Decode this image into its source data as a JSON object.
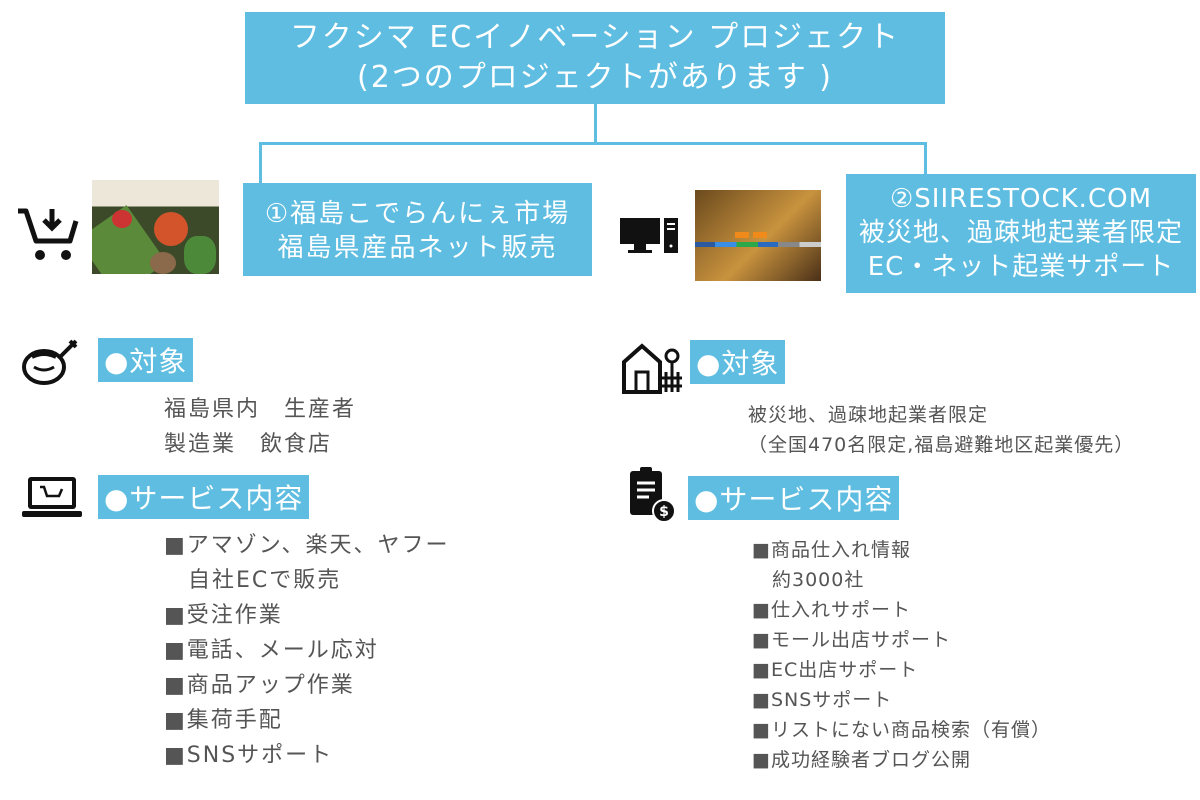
{
  "title": {
    "line1": "フクシマ ECイノベーション プロジェクト",
    "line2": "(2つのプロジェクトがあります )"
  },
  "project1": {
    "line1": "①福島こでらんにぇ市場",
    "line2": "福島県産品ネット販売",
    "target_label": "●対象",
    "target": [
      "福島県内　生産者",
      "製造業　飲食店"
    ],
    "service_label": "●サービス内容",
    "services": [
      "■アマゾン、楽天、ヤフー",
      "　自社ECで販売",
      "■受注作業",
      "■電話、メール応対",
      "■商品アップ作業",
      "■集荷手配",
      "■SNSサポート"
    ]
  },
  "project2": {
    "line1": "②SIIRESTOCK.COM",
    "line2": "被災地、過疎地起業者限定",
    "line3": "EC・ネット起業サポート",
    "target_label": "●対象",
    "target": [
      "被災地、過疎地起業者限定",
      "（全国470名限定,福島避難地区起業優先）"
    ],
    "service_label": "●サービス内容",
    "services": [
      "■商品仕入れ情報",
      "　約3000社",
      "■仕入れサポート",
      "■モール出店サポート",
      "■EC出店サポート",
      "■SNSサポート",
      "■リストにない商品検索（有償）",
      "■成功経験者ブログ公開"
    ]
  }
}
